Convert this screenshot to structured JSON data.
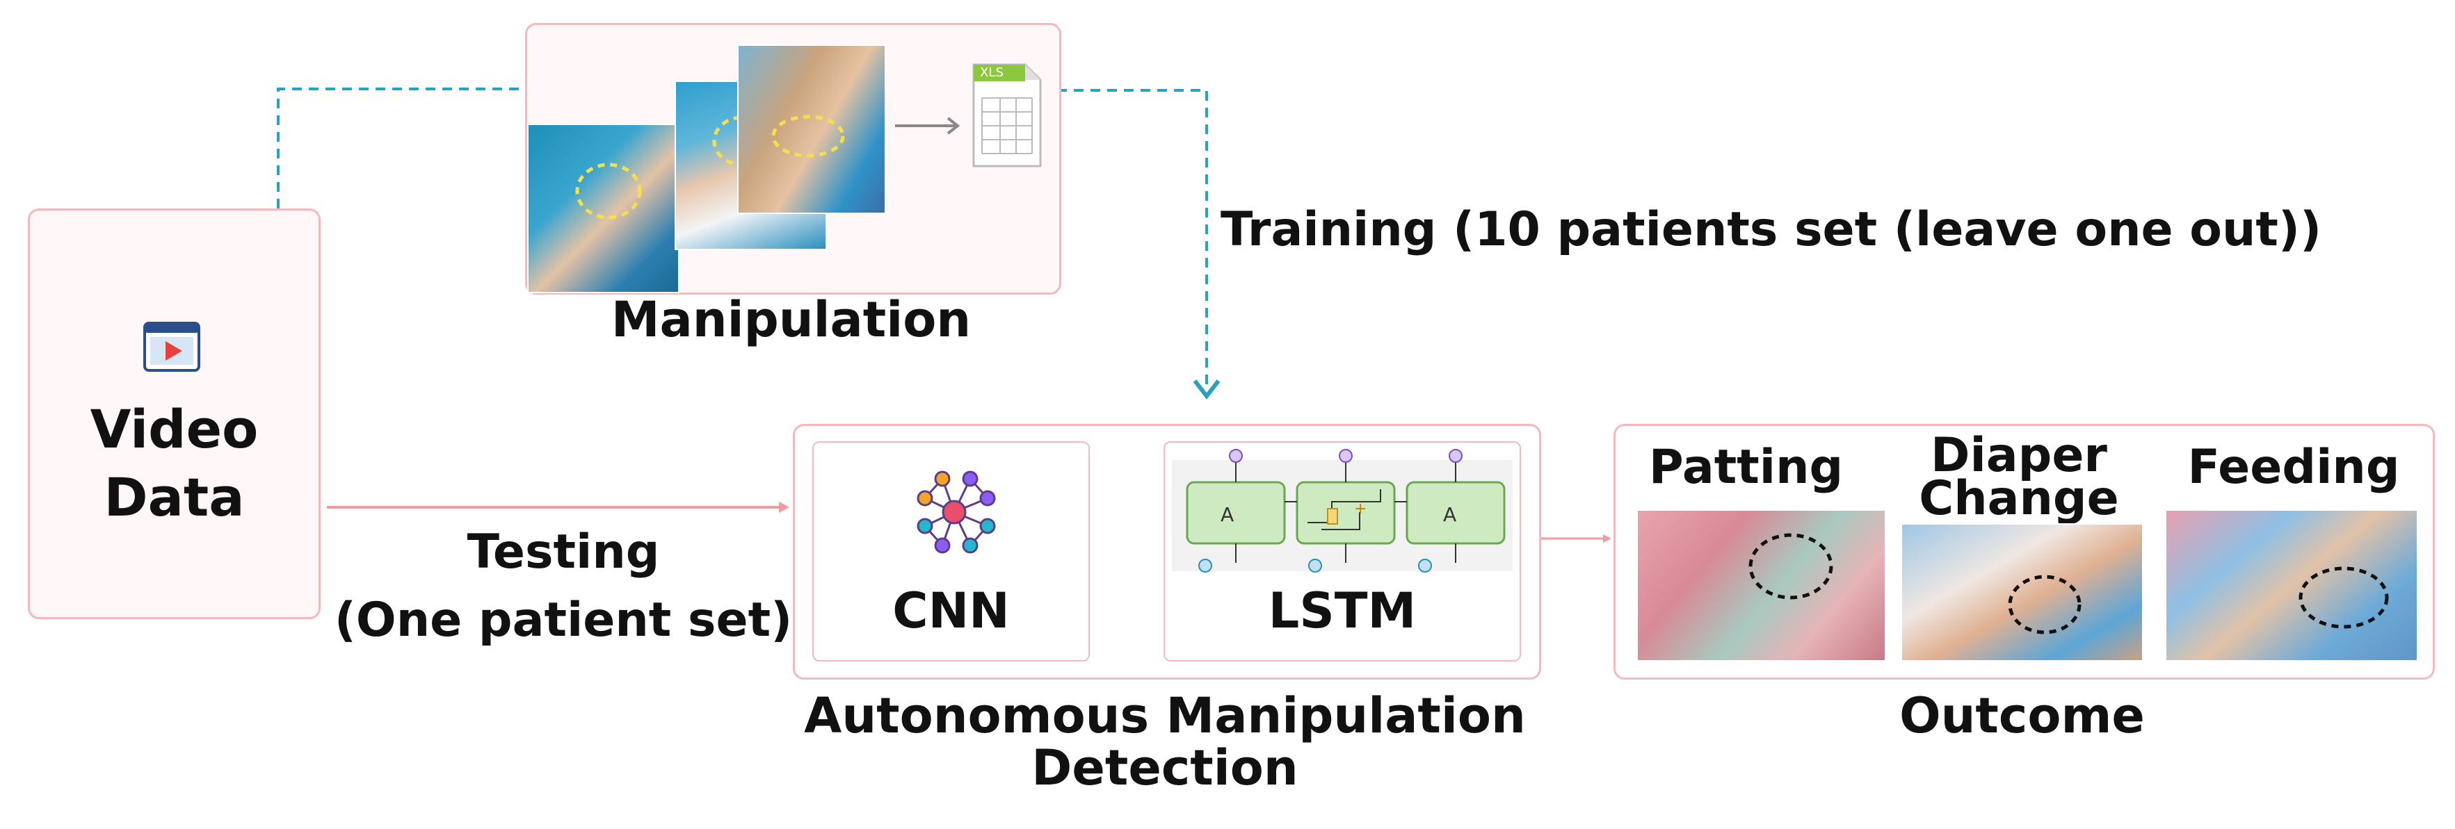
{
  "video_block": {
    "title_line1": "Video",
    "title_line2": "Data"
  },
  "manipulation": {
    "label": "Manipulation",
    "file_badge": "XLS"
  },
  "training": {
    "label": "Training (10 patients set (leave one out))"
  },
  "testing": {
    "label_line1": "Testing",
    "label_line2": "(One patient set)"
  },
  "detection": {
    "cnn_label": "CNN",
    "lstm_label": "LSTM",
    "lstm_cell_a": "A",
    "lstm_cell_b": "A",
    "title_line1": "Autonomous Manipulation",
    "title_line2": "Detection"
  },
  "outcome": {
    "title": "Outcome",
    "items": [
      {
        "label_line1": "Patting",
        "label_line2": ""
      },
      {
        "label_line1": "Diaper",
        "label_line2": "Change"
      },
      {
        "label_line1": "Feeding",
        "label_line2": ""
      }
    ]
  },
  "colors": {
    "dashed_arrow": "#2aa1c0",
    "solid_arrow": "#f29aa3",
    "panel_border": "#f4b8bd"
  }
}
